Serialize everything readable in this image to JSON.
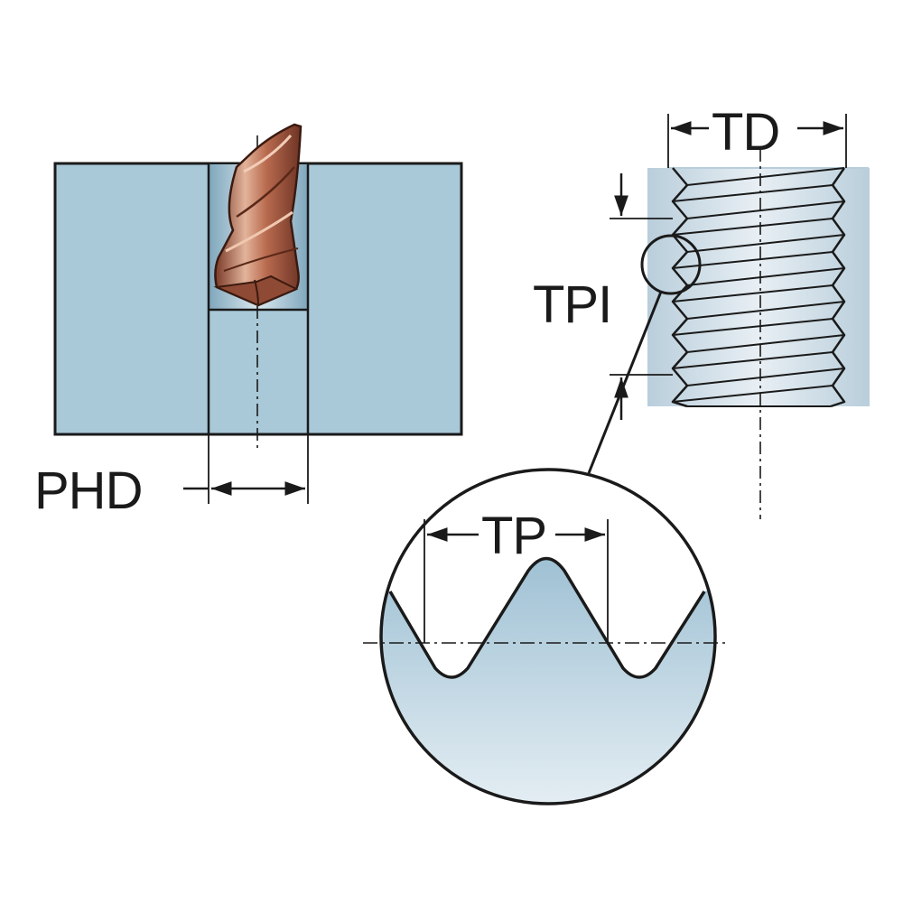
{
  "labels": {
    "phd": "PHD",
    "td": "TD",
    "tpi": "TPI",
    "tp": "TP"
  },
  "colors": {
    "workpiece": "#a9c8d8",
    "workpiece_edge": "#1a1a1a",
    "drill_body": "#b86a4e",
    "drill_highlight": "#e8b9a0",
    "drill_shadow": "#6e3425",
    "thread_fill_top": "#e4ecf2",
    "thread_fill_bottom": "#b7ccd9",
    "detail_fill_top": "#a3c4d6",
    "detail_fill_bottom": "#e1ecf2",
    "line": "#1a1a1a"
  },
  "icons": [
    "twist-drill-icon"
  ]
}
